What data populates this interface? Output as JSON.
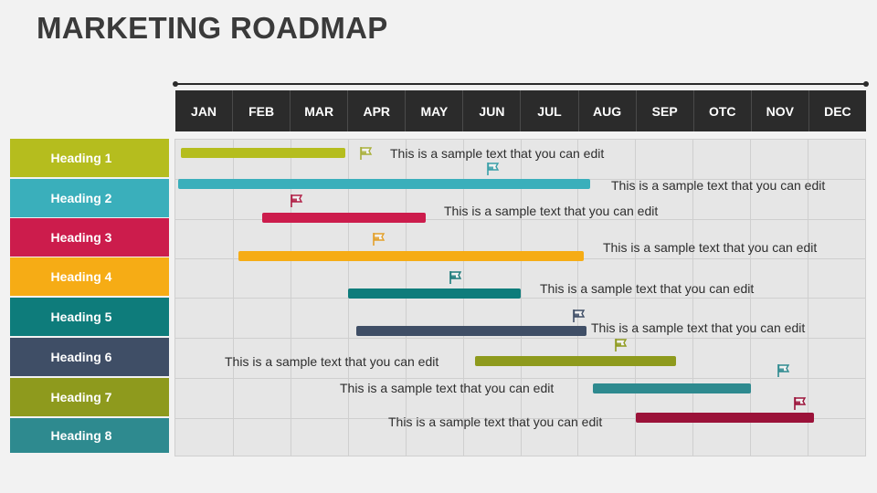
{
  "title": "MARKETING ROADMAP",
  "months": [
    "JAN",
    "FEB",
    "MAR",
    "APR",
    "MAY",
    "JUN",
    "JUL",
    "AUG",
    "SEP",
    "OTC",
    "NOV",
    "DEC"
  ],
  "headings": [
    {
      "label": "Heading 1",
      "color": "#b5bd1e"
    },
    {
      "label": "Heading 2",
      "color": "#3aafbb"
    },
    {
      "label": "Heading 3",
      "color": "#cc1c4c"
    },
    {
      "label": "Heading 4",
      "color": "#f6ac15"
    },
    {
      "label": "Heading 5",
      "color": "#0e7c7b"
    },
    {
      "label": "Heading 6",
      "color": "#3f4e66"
    },
    {
      "label": "Heading 7",
      "color": "#8e9a1d"
    },
    {
      "label": "Heading 8",
      "color": "#2e8a8f"
    }
  ],
  "rows": [
    {
      "text": "This is a sample text that you can edit",
      "bar_color": "#b5bd1e",
      "flag_color": "#a9b03a",
      "start_month": 1.1,
      "end_month": 3.95
    },
    {
      "text": "This is a sample text that you can edit",
      "bar_color": "#3aafbb",
      "flag_color": "#3a9fa8",
      "start_month": 1.05,
      "end_month": 8.2
    },
    {
      "text": "This is a sample text that you can edit",
      "bar_color": "#cc1c4c",
      "flag_color": "#b01e45",
      "start_month": 2.5,
      "end_month": 5.35
    },
    {
      "text": "This is a sample text that you can edit",
      "bar_color": "#f6ac15",
      "flag_color": "#e3a02a",
      "start_month": 2.1,
      "end_month": 8.1
    },
    {
      "text": "This is a sample text that you can edit",
      "bar_color": "#0e7c7b",
      "flag_color": "#1b7a7a",
      "start_month": 4.0,
      "end_month": 7.0
    },
    {
      "text": "This is a sample text that you can edit",
      "bar_color": "#3f4e66",
      "flag_color": "#3f4e66",
      "start_month": 4.15,
      "end_month": 8.15
    },
    {
      "text": "This is a sample text that you can edit",
      "bar_color": "#8e9a1d",
      "flag_color": "#8e9a1d",
      "start_month": 6.2,
      "end_month": 9.7
    },
    {
      "text": "This is a sample text that you can edit",
      "bar_color": "#2e8a8f",
      "flag_color": "#2e8a8f",
      "start_month": 8.25,
      "end_month": 11.0
    },
    {
      "text": "This is a sample text that you can edit",
      "bar_color": "#9b1239",
      "flag_color": "#9b1239",
      "start_month": 9.0,
      "end_month": 12.1
    }
  ]
}
